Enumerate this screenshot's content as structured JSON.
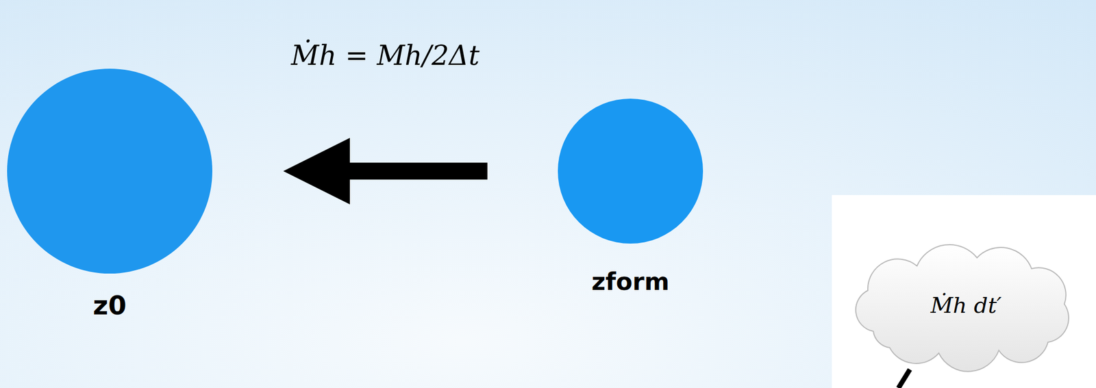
{
  "diagram": {
    "nodes": [
      {
        "text": [
          "z0"
        ]
      },
      {
        "text": [
          "zform"
        ]
      },
      {
        "text": [
          "Ṁh dt′"
        ]
      }
    ],
    "edges": [
      {
        "from": 1,
        "to": 0,
        "arrow": "to",
        "label": "Ṁh = Mh/2Δt"
      }
    ]
  }
}
